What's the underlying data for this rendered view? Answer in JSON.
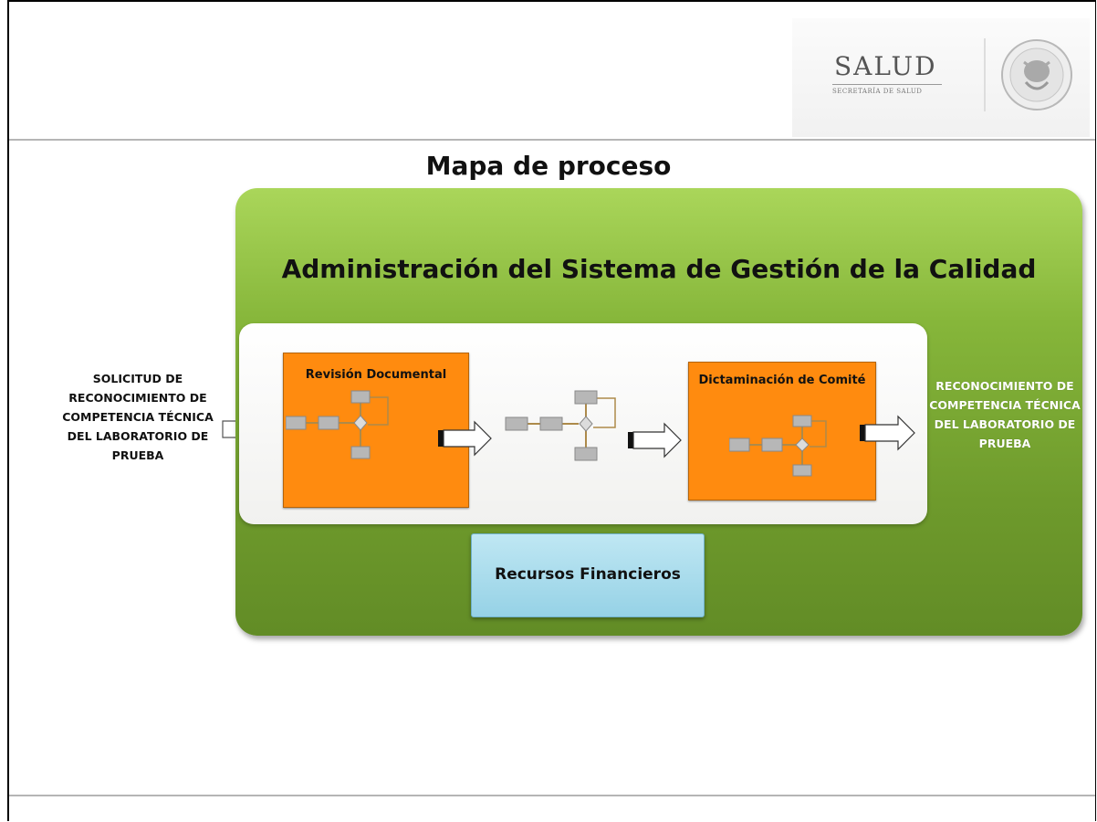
{
  "logo": {
    "brand": "SALUD",
    "subtitle": "SECRETARÍA DE SALUD",
    "seal_icon": "mexican-coat-of-arms-seal"
  },
  "title": "Mapa de proceso",
  "panel": {
    "heading": "Administración del  Sistema de Gestión de la Calidad",
    "process_steps": [
      {
        "label": "Revisión Documental"
      },
      {
        "label": ""
      },
      {
        "label": "Dictaminación de Comité"
      }
    ],
    "support_process": "Recursos Financieros"
  },
  "input_text": "SOLICITUD DE RECONOCIMIENTO DE COMPETENCIA TÉCNICA DEL  LABORATORIO DE PRUEBA",
  "output_text": "RECONOCIMIENTO DE COMPETENCIA TÉCNICA DEL LABORATORIO DE PRUEBA",
  "colors": {
    "panel_green": "#86b63a",
    "process_orange": "#ff8b0f",
    "support_blue": "#96d2e6",
    "flow_gray": "#b3b3b3"
  }
}
